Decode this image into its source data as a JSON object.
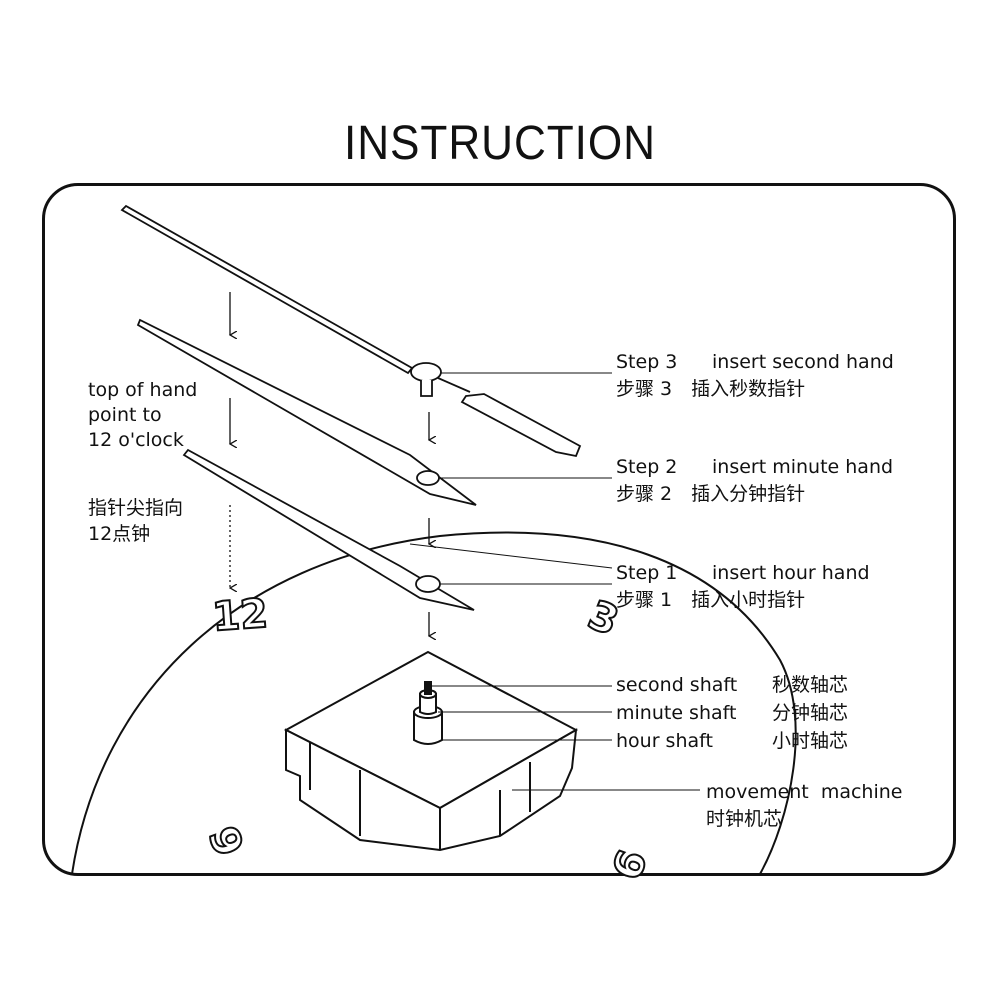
{
  "title": "INSTRUCTION",
  "colors": {
    "ink": "#111111",
    "background": "#ffffff"
  },
  "dial_numbers": {
    "twelve": "12",
    "three": "3",
    "six": "6",
    "nine": "9"
  },
  "left_note": {
    "en": [
      "top of hand",
      "point to",
      "12 o'clock"
    ],
    "zh": [
      "指针尖指向",
      "12点钟"
    ]
  },
  "steps": [
    {
      "label": "Step 3",
      "action": "insert second hand",
      "zh": "步骤 3　插入秒数指针"
    },
    {
      "label": "Step 2",
      "action": "insert minute hand",
      "zh": "步骤 2　插入分钟指针"
    },
    {
      "label": "Step 1",
      "action": "insert hour hand",
      "zh": "步骤 1　插入小时指针"
    }
  ],
  "shafts": [
    {
      "en": "second shaft",
      "zh": "秒数轴芯"
    },
    {
      "en": "minute shaft",
      "zh": "分钟轴芯"
    },
    {
      "en": "hour shaft",
      "zh": "小时轴芯"
    }
  ],
  "movement": {
    "en": "movement  machine",
    "zh": "时钟机芯"
  }
}
